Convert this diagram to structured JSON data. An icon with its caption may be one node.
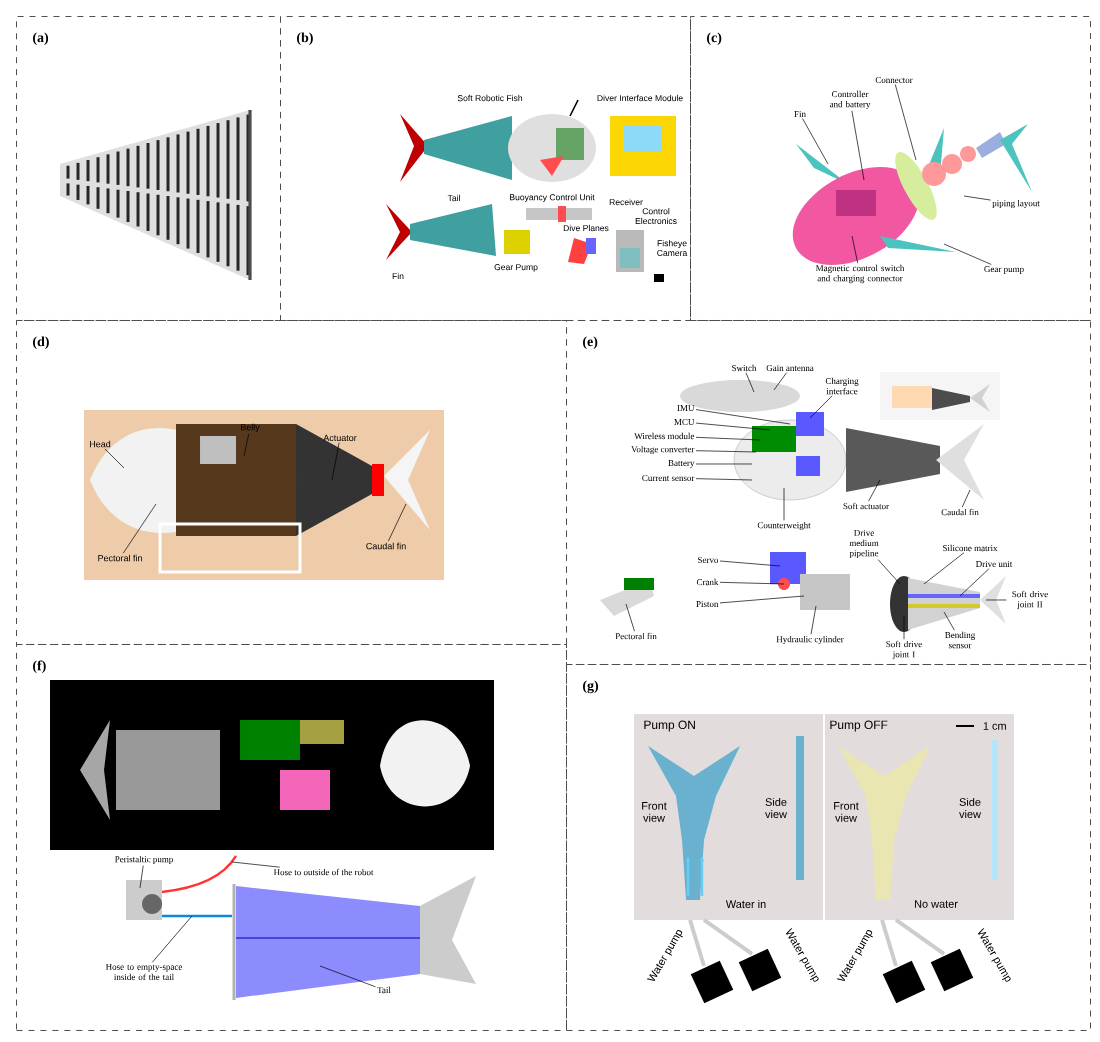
{
  "diagram": {
    "nodes": [
      {
        "text": [
          "(a)"
        ]
      },
      {
        "text": [
          "(b)"
        ]
      },
      {
        "text": [
          "(c)"
        ]
      },
      {
        "text": [
          "(d)"
        ]
      },
      {
        "text": [
          "(e)"
        ]
      },
      {
        "text": [
          "(f)"
        ]
      },
      {
        "text": [
          "(g)"
        ]
      },
      {
        "text": [
          "Connector"
        ],
        "in": 2
      },
      {
        "text": [
          "Controller and battery"
        ],
        "in": 2
      },
      {
        "text": [
          "Fin"
        ],
        "in": 2
      },
      {
        "text": [
          "piping layout"
        ],
        "in": 2
      },
      {
        "text": [
          "Magnetic control switch and charging connector"
        ],
        "in": 2
      },
      {
        "text": [
          "Gear pump"
        ],
        "in": 2
      },
      {
        "text": [
          "Head"
        ],
        "in": 46
      },
      {
        "text": [
          "Belly"
        ],
        "in": 46
      },
      {
        "text": [
          "Actuator"
        ],
        "in": 46
      },
      {
        "text": [
          "Pectoral fin"
        ],
        "in": 46
      },
      {
        "text": [
          "Caudal fin"
        ],
        "in": 46
      },
      {
        "text": [
          "Switch"
        ],
        "in": 4
      },
      {
        "text": [
          "Gain antenna"
        ],
        "in": 4
      },
      {
        "text": [
          "Charging interface"
        ],
        "in": 4
      },
      {
        "text": [
          "IMU"
        ],
        "in": 4
      },
      {
        "text": [
          "MCU"
        ],
        "in": 4
      },
      {
        "text": [
          "Wireless module"
        ],
        "in": 4
      },
      {
        "text": [
          "Voltage converter"
        ],
        "in": 4
      },
      {
        "text": [
          "Battery"
        ],
        "in": 4
      },
      {
        "text": [
          "Current sensor"
        ],
        "in": 4
      },
      {
        "text": [
          "Soft actuator"
        ],
        "in": 4
      },
      {
        "text": [
          "Caudal fin"
        ],
        "in": 4
      },
      {
        "text": [
          "Counterweight"
        ],
        "in": 4
      },
      {
        "text": [
          "Drive medium pipeline"
        ],
        "in": 4
      },
      {
        "text": [
          "Silicone matrix"
        ],
        "in": 4
      },
      {
        "text": [
          "Drive unit"
        ],
        "in": 4
      },
      {
        "text": [
          "Soft drive joint II"
        ],
        "in": 4
      },
      {
        "text": [
          "Bending sensor"
        ],
        "in": 4
      },
      {
        "text": [
          "Soft drive joint I"
        ],
        "in": 4
      },
      {
        "text": [
          "Servo"
        ],
        "in": 4
      },
      {
        "text": [
          "Crank"
        ],
        "in": 4
      },
      {
        "text": [
          "Piston"
        ],
        "in": 4
      },
      {
        "text": [
          "Hydraulic cylinder"
        ],
        "in": 4
      },
      {
        "text": [
          "Pectoral fin"
        ],
        "in": 4
      },
      {
        "text": [
          "Peristaltic pump"
        ],
        "in": 5
      },
      {
        "text": [
          "Hose to outside of the robot"
        ],
        "in": 5
      },
      {
        "text": [
          "Hose to empty-space inside of the tail"
        ],
        "in": 5
      },
      {
        "text": [
          "Tail"
        ],
        "in": 5
      },
      {
        "text": [],
        "shape": "picture",
        "in": 2
      },
      {
        "text": [],
        "shape": "picture",
        "in": 3
      },
      {
        "text": [],
        "shape": "picture",
        "in": 4
      },
      {
        "text": [],
        "shape": "picture",
        "in": 4
      },
      {
        "text": [],
        "shape": "picture",
        "in": 4
      },
      {
        "text": [],
        "shape": "picture",
        "in": 4
      },
      {
        "text": [],
        "shape": "picture",
        "in": 5
      },
      {
        "text": [],
        "shape": "picture",
        "in": 5
      },
      {
        "text": [],
        "shape": "picture",
        "in": 5
      }
    ],
    "edges": [
      {
        "from": 7,
        "to": 45,
        "arrow": "none"
      },
      {
        "from": 8,
        "to": 45,
        "arrow": "none"
      },
      {
        "from": 9,
        "to": 45,
        "arrow": "none"
      },
      {
        "from": 10,
        "to": 45,
        "arrow": "none"
      },
      {
        "from": 11,
        "to": 45,
        "arrow": "none"
      },
      {
        "from": 12,
        "to": 45,
        "arrow": "none"
      },
      {
        "from": 13,
        "to": 46,
        "arrow": "none"
      },
      {
        "from": 14,
        "to": 46,
        "arrow": "none"
      },
      {
        "from": 15,
        "to": 46,
        "arrow": "none"
      },
      {
        "from": 16,
        "to": 46,
        "arrow": "none"
      },
      {
        "from": 17,
        "to": 46,
        "arrow": "none"
      },
      {
        "from": 18,
        "to": 47,
        "arrow": "none"
      },
      {
        "from": 19,
        "to": 47,
        "arrow": "none"
      },
      {
        "from": 20,
        "to": 47,
        "arrow": "none"
      },
      {
        "from": 21,
        "to": 47,
        "arrow": "none"
      },
      {
        "from": 22,
        "to": 47,
        "arrow": "none"
      },
      {
        "from": 23,
        "to": 47,
        "arrow": "none"
      },
      {
        "from": 24,
        "to": 47,
        "arrow": "none"
      },
      {
        "from": 25,
        "to": 47,
        "arrow": "none"
      },
      {
        "from": 26,
        "to": 47,
        "arrow": "none"
      },
      {
        "from": 27,
        "to": 47,
        "arrow": "none"
      },
      {
        "from": 28,
        "to": 47,
        "arrow": "none"
      },
      {
        "from": 29,
        "to": 47,
        "arrow": "none"
      },
      {
        "from": 30,
        "to": 50,
        "arrow": "none"
      },
      {
        "from": 31,
        "to": 50,
        "arrow": "none"
      },
      {
        "from": 32,
        "to": 50,
        "arrow": "none"
      },
      {
        "from": 33,
        "to": 50,
        "arrow": "none"
      },
      {
        "from": 34,
        "to": 50,
        "arrow": "none"
      },
      {
        "from": 35,
        "to": 50,
        "arrow": "none"
      },
      {
        "from": 36,
        "to": 49,
        "arrow": "none"
      },
      {
        "from": 37,
        "to": 49,
        "arrow": "none"
      },
      {
        "from": 38,
        "to": 49,
        "arrow": "none"
      },
      {
        "from": 39,
        "to": 49,
        "arrow": "none"
      },
      {
        "from": 40,
        "to": 48,
        "arrow": "none"
      },
      {
        "from": 41,
        "to": 51,
        "arrow": "none"
      },
      {
        "from": 42,
        "to": 52,
        "arrow": "none"
      },
      {
        "from": 43,
        "to": 52,
        "arrow": "none"
      },
      {
        "from": 44,
        "to": 53,
        "arrow": "none"
      }
    ],
    "labels": [
      "Soft Robotic Fish",
      "Diver Interface Module",
      "Tail",
      "Fin",
      "Buoyancy Control Unit",
      "Gear Pump",
      "Dive Planes",
      "Receiver",
      "Control Electronics",
      "Fisheye Camera",
      "Pump ON",
      "Pump OFF",
      "1 cm",
      "Front view",
      "Side view",
      "Water in",
      "Front view",
      "Side view",
      "No water",
      "Water pump",
      "Water pump",
      "Water pump",
      "Water pump"
    ]
  }
}
